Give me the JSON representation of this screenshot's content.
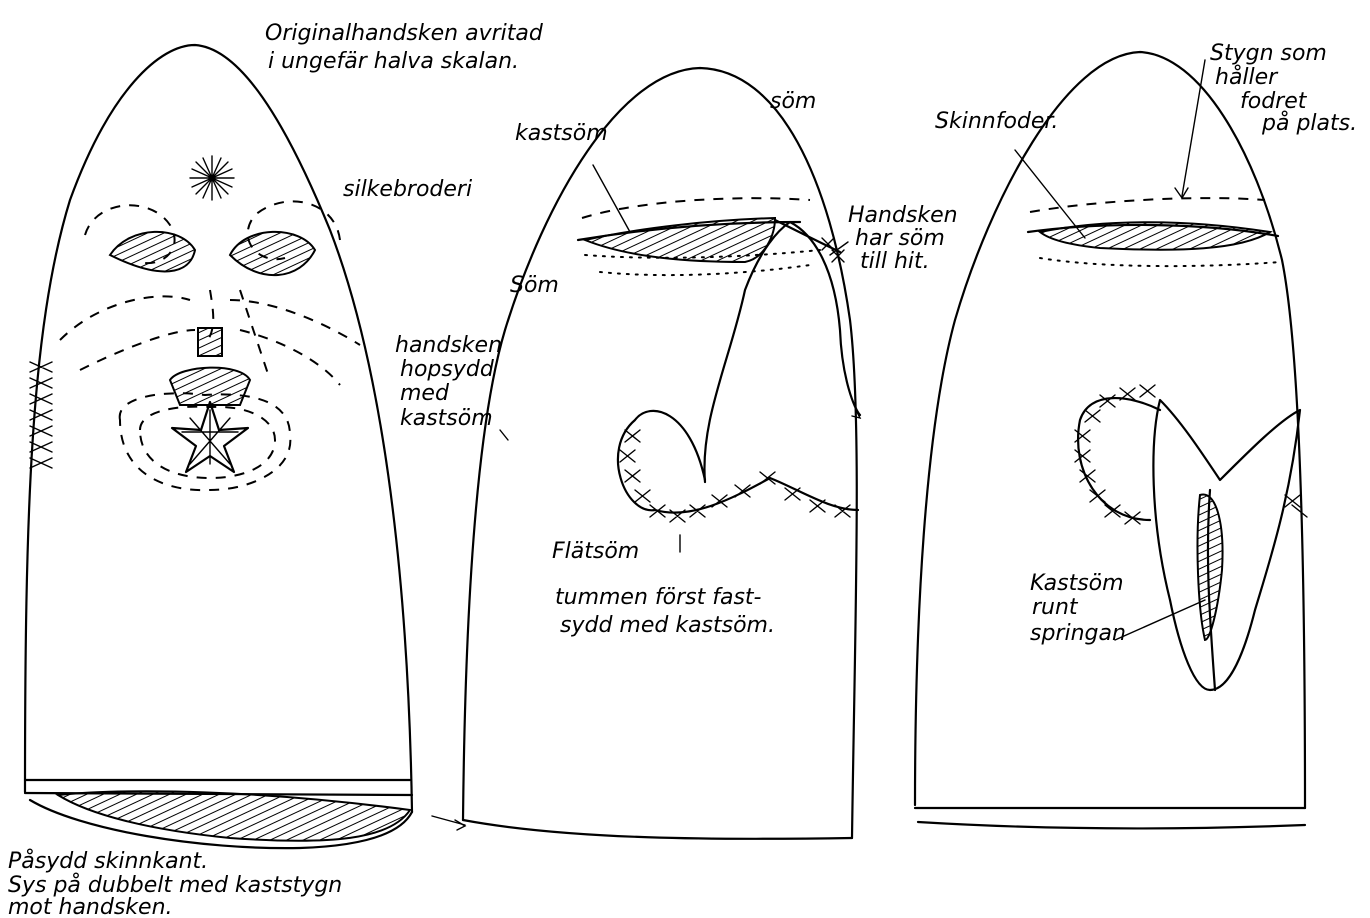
{
  "labels": {
    "original_title_1": "Originalhandsken avritad",
    "original_title_2": "i ungefär halva skalan.",
    "silkebroderi": "silkebroderi",
    "pasydd_1": "Påsydd skinnkant.",
    "pasydd_2": "Sys på dubbelt med kaststygn",
    "pasydd_3": "mot handsken.",
    "som_top": "söm",
    "kastsom_middle": "kastsöm",
    "som_left": "Söm",
    "handsken_sewn_1": "handsken",
    "handsken_sewn_2": "hopsydd",
    "handsken_sewn_3": "med",
    "handsken_sewn_4": "kastsöm",
    "handsken_har_1": "Handsken",
    "handsken_har_2": "har söm",
    "handsken_har_3": "till hit.",
    "flatsom": "Flätsöm",
    "tummen_1": "tummen först fast-",
    "tummen_2": "sydd med kastsöm.",
    "skinnfoder": "Skinnfoder.",
    "stygn_1": "Stygn som",
    "stygn_2": "håller",
    "stygn_3": "fodret",
    "stygn_4": "på plats.",
    "kastsom_right_1": "Kastsöm",
    "kastsom_right_2": "runt",
    "kastsom_right_3": "springan"
  }
}
